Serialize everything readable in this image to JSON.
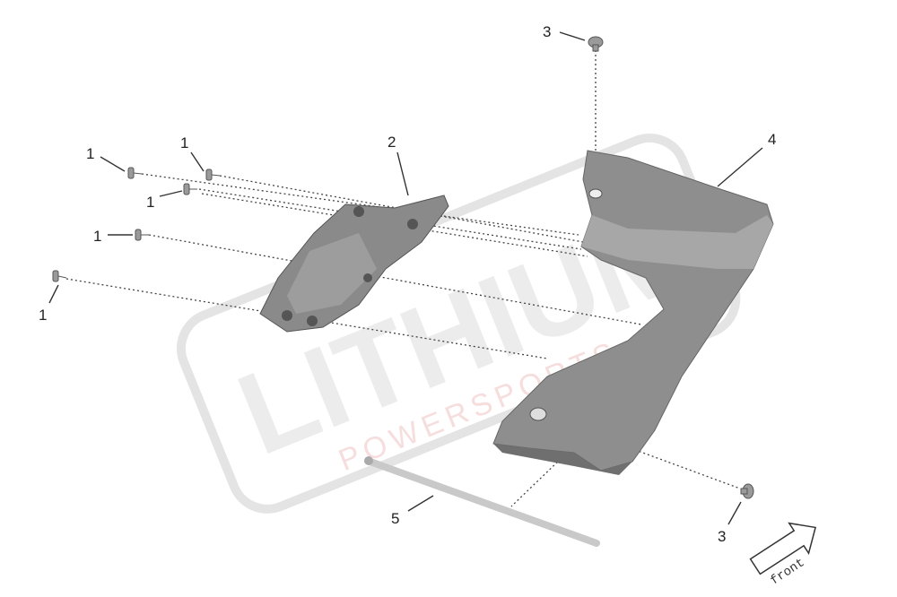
{
  "diagram": {
    "callouts": {
      "screw_1a": "1",
      "screw_1b": "1",
      "screw_1c": "1",
      "screw_1d": "1",
      "screw_1e": "1",
      "bracket": "2",
      "bolt_3_top": "3",
      "bolt_3_bottom": "3",
      "side_cover": "4",
      "rod": "5"
    },
    "direction_arrow": "front",
    "watermark": {
      "brand": "LITHIUM",
      "sub": "POWERSPORTS"
    },
    "colors": {
      "part_fill": "#8e8e8e",
      "part_shadow": "#6f6f6f",
      "rod": "#c9c9c9",
      "watermark": "#e6e6e6",
      "watermark_sub": "#f3d4d4"
    }
  }
}
